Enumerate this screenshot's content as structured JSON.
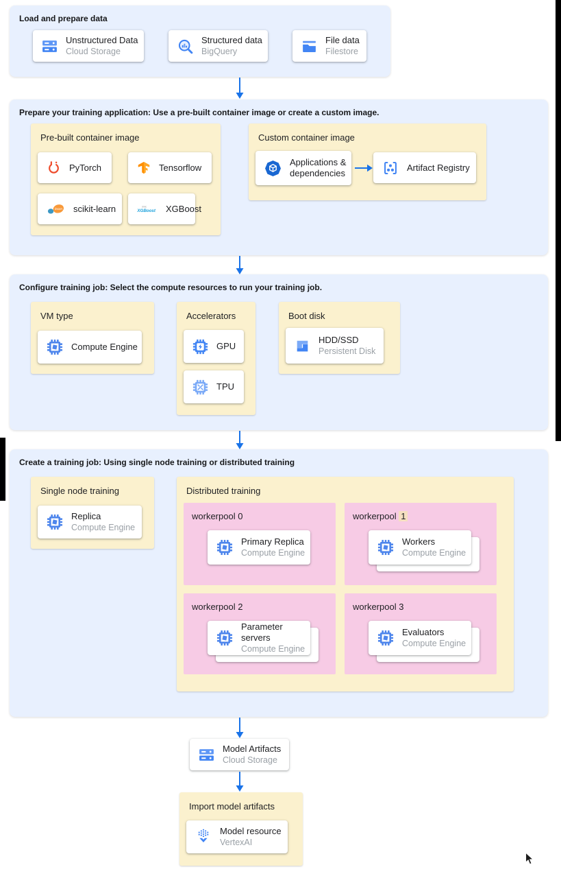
{
  "colors": {
    "section_bg": "#E8F0FE",
    "group_bg": "#FBF1CE",
    "pool_bg": "#F7CBE5",
    "arrow": "#1A73E8",
    "number_highlight": "#F5DFC0",
    "subtitle_gray": "#9AA0A6"
  },
  "sections": {
    "load": {
      "title": "Load and prepare data",
      "cards": [
        {
          "icon": "cloud-storage-icon",
          "title": "Unstructured Data",
          "subtitle": "Cloud Storage"
        },
        {
          "icon": "bigquery-icon",
          "title": "Structured data",
          "subtitle": "BigQuery"
        },
        {
          "icon": "filestore-icon",
          "title": "File data",
          "subtitle": "Filestore"
        }
      ]
    },
    "prepare": {
      "title": "Prepare your training application: Use a pre-built container image or create a custom image.",
      "prebuilt": {
        "title": "Pre-built container image",
        "cards": [
          {
            "icon": "pytorch-icon",
            "title": "PyTorch"
          },
          {
            "icon": "tensorflow-icon",
            "title": "Tensorflow"
          },
          {
            "icon": "scikit-learn-icon",
            "title": "scikit-learn"
          },
          {
            "icon": "xgboost-icon",
            "title": "XGBoost"
          }
        ]
      },
      "custom": {
        "title": "Custom container image",
        "cards": [
          {
            "icon": "applications-icon",
            "title": "Applications & dependencies"
          },
          {
            "icon": "artifact-registry-icon",
            "title": "Artifact Registry"
          }
        ]
      }
    },
    "configure": {
      "title": "Configure training job: Select the compute resources to run your training job.",
      "vm_type": {
        "title": "VM type",
        "card": {
          "icon": "compute-engine-icon",
          "title": "Compute Engine"
        }
      },
      "accelerators": {
        "title": "Accelerators",
        "cards": [
          {
            "icon": "gpu-icon",
            "title": "GPU"
          },
          {
            "icon": "tpu-icon",
            "title": "TPU"
          }
        ]
      },
      "boot_disk": {
        "title": "Boot disk",
        "card": {
          "icon": "persistent-disk-icon",
          "title": "HDD/SSD",
          "subtitle": "Persistent Disk"
        }
      }
    },
    "create": {
      "title": "Create a training job: Using single node training or distributed training",
      "single_node": {
        "title": "Single node training",
        "card": {
          "icon": "compute-engine-icon",
          "title": "Replica",
          "subtitle": "Compute Engine"
        }
      },
      "distributed": {
        "title": "Distributed training",
        "pools": [
          {
            "label": "workerpool 0",
            "card": {
              "icon": "compute-engine-icon",
              "title": "Primary Replica",
              "subtitle": "Compute Engine"
            }
          },
          {
            "label": "workerpool",
            "number": "1",
            "card": {
              "icon": "compute-engine-icon",
              "title": "Workers",
              "subtitle": "Compute Engine"
            }
          },
          {
            "label": "workerpool 2",
            "card": {
              "icon": "compute-engine-icon",
              "title": "Parameter servers",
              "subtitle": "Compute Engine"
            }
          },
          {
            "label": "workerpool 3",
            "card": {
              "icon": "compute-engine-icon",
              "title": "Evaluators",
              "subtitle": "Compute Engine"
            }
          }
        ]
      }
    }
  },
  "outputs": {
    "model_artifacts": {
      "icon": "cloud-storage-icon",
      "title": "Model Artifacts",
      "subtitle": "Cloud Storage"
    },
    "import_box": {
      "title": "Import model artifacts",
      "card": {
        "icon": "vertex-ai-icon",
        "title": "Model resource",
        "subtitle": "VertexAI"
      }
    }
  }
}
